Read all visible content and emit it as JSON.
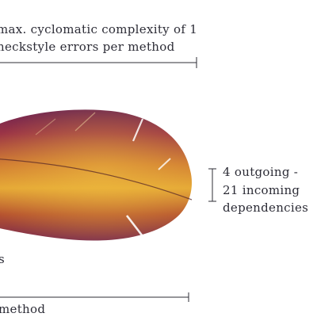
{
  "top_annotation": {
    "line1": "max. cyclomatic complexity of 1",
    "line2": "heckstyle errors per method"
  },
  "right_annotation": {
    "line1": "4 outgoing -",
    "line2": "21 incoming",
    "line3": "dependencies"
  },
  "bottom_left_annotation": "s",
  "bottom_annotation": "method",
  "colors": {
    "feather_dark": "#7a2a4e",
    "feather_mid": "#b8432f",
    "feather_light": "#e7b030",
    "ink": "#2c2c36"
  }
}
